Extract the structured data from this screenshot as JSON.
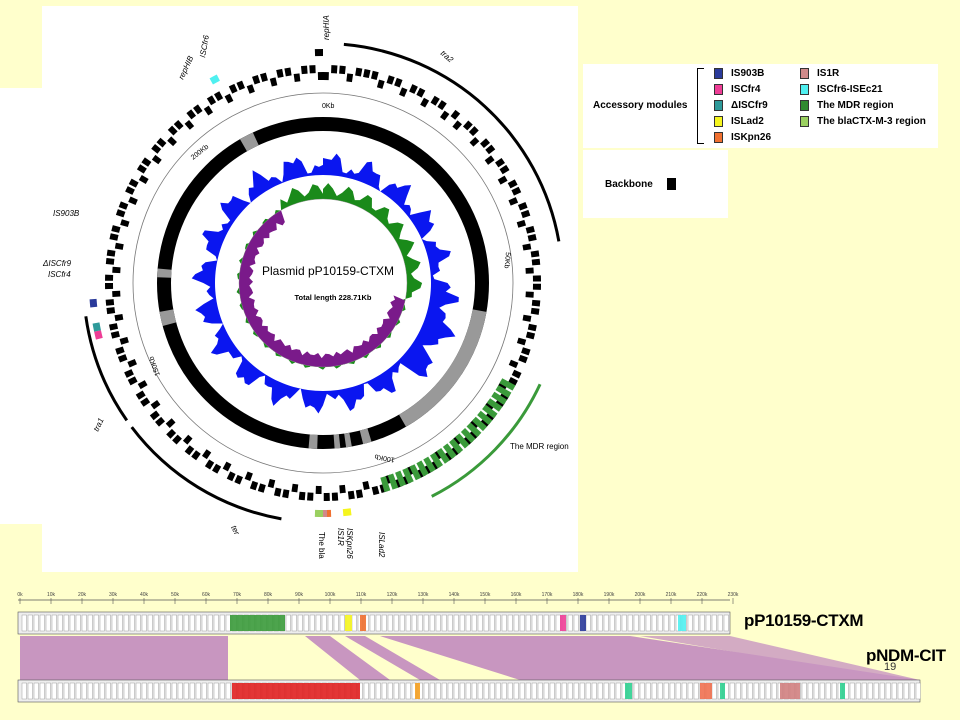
{
  "slide": {
    "page_number": "19",
    "backbone_label": "Backbone",
    "colors": {
      "slide_bg": "#ffffcc",
      "backbone": "#000000",
      "gc_content": "#0a16f0",
      "gc_skew_pos": "#1a8a1a",
      "gc_skew_neg": "#7a1a8a",
      "mdr": "#3a9a3a",
      "synteny": "#c896c0"
    }
  },
  "circular_map": {
    "title": "Plasmid pP10159-CTXM",
    "subtitle": "Total length 228.71Kb",
    "scale_labels": [
      "0Kb",
      "50Kb",
      "100Kb",
      "150Kb",
      "200Kb"
    ],
    "region_labels": [
      "repHIA",
      "tra2",
      "The MDR region",
      "ISLad2",
      "ISKpn26",
      "IS1R",
      "The bla",
      "ter",
      "tra1",
      "ISCfr4",
      "ΔISCfr9",
      "IS903B",
      "repHIB",
      "ISCfr6"
    ]
  },
  "legend": {
    "title": "Accessory modules",
    "items": [
      {
        "label": "IS903B",
        "color": "#2a3a9a"
      },
      {
        "label": "ISCfr4",
        "color": "#ee3d96"
      },
      {
        "label": "ΔISCfr9",
        "color": "#2e9a9a"
      },
      {
        "label": "ISLad2",
        "color": "#f5f51e"
      },
      {
        "label": "ISKpn26",
        "color": "#f07030"
      },
      {
        "label": "IS1R",
        "color": "#d08a8a"
      },
      {
        "label": "ISCfr6-ISEc21",
        "color": "#4ff0f0"
      },
      {
        "label": "The MDR region",
        "color": "#2f8a2f"
      },
      {
        "label": "The blaCTX-M-3 region",
        "color": "#9ad060"
      }
    ]
  },
  "linear": {
    "scale_ticks": [
      "0k",
      "10k",
      "20k",
      "30k",
      "40k",
      "50k",
      "60k",
      "70k",
      "80k",
      "90k",
      "100k",
      "110k",
      "120k",
      "130k",
      "140k",
      "150k",
      "160k",
      "170k",
      "180k",
      "190k",
      "200k",
      "210k",
      "220k",
      "230k"
    ],
    "track1_label": "pP10159-CTXM",
    "track2_label": "pNDM-CIT"
  }
}
